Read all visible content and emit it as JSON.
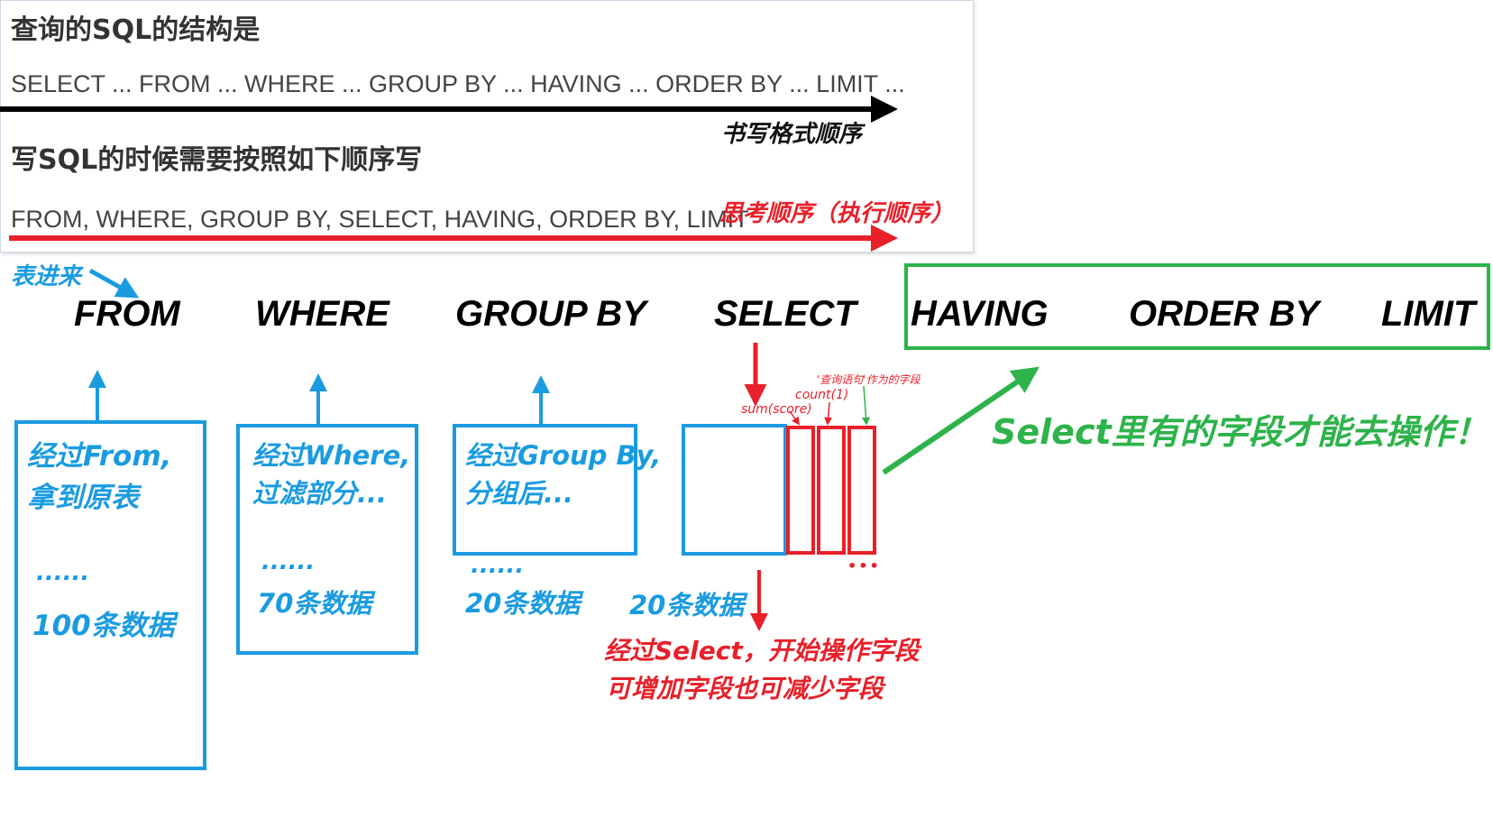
{
  "panel": {
    "title1": "查询的SQL的结构是",
    "write_sequence": "SELECT ...  FROM ... WHERE ... GROUP BY ... HAVING ... ORDER BY ... LIMIT ...",
    "write_order_label": "书写格式顺序",
    "title2": "写SQL的时候需要按照如下顺序写",
    "exec_sequence": "FROM, WHERE, GROUP BY, SELECT, HAVING, ORDER BY, LIMIT",
    "exec_order_label": "思考顺序（执行顺序）"
  },
  "table_in_label": "表进来",
  "keywords": [
    "FROM",
    "WHERE",
    "GROUP BY",
    "SELECT",
    "HAVING",
    "ORDER BY",
    "LIMIT"
  ],
  "stages": {
    "from": {
      "line1": "经过From,",
      "line2": "拿到原表",
      "dots": "......",
      "count": "100条数据"
    },
    "where": {
      "line1": "经过Where,",
      "line2": "过滤部分...",
      "dots": "......",
      "count": "70条数据"
    },
    "groupby": {
      "line1": "经过Group By,",
      "line2": "分组后...",
      "dots": "......",
      "count": "20条数据"
    },
    "select": {
      "count": "20条数据",
      "field_sum": "sum(score)",
      "field_count": "count(1)",
      "field_alias": "'查询语句'作为的字段",
      "more_dots": "•••",
      "note1": "经过Select，开始操作字段",
      "note2": "可增加字段也可减少字段"
    }
  },
  "green_note": "Select里有的字段才能去操作！",
  "colors": {
    "blue": "#1a9be0",
    "red": "#e8202a",
    "green": "#2db34a",
    "black": "#000000"
  }
}
